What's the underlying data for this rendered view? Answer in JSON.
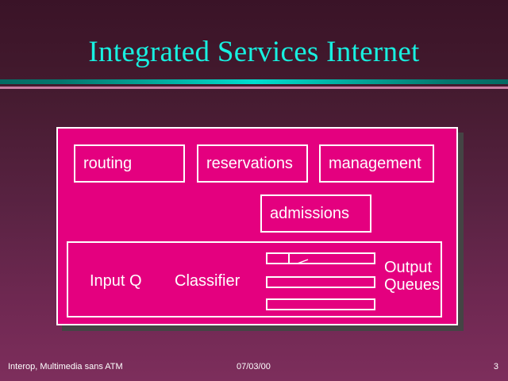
{
  "slide": {
    "title": "Integrated Services Internet",
    "title_color": "#18f0e0",
    "background_top_color": "#3a1327",
    "background_bottom_color": "#7d2e5c",
    "accent_rule_color": "#00ded0",
    "accent_rule_secondary_color": "#c97da2"
  },
  "diagram": {
    "panel_fill": "#e4007f",
    "panel_border": "#ffffff",
    "shadow_color": "#444444",
    "function_boxes": [
      {
        "label": "routing"
      },
      {
        "label": "reservations"
      },
      {
        "label": "management"
      },
      {
        "label": "admissions"
      }
    ],
    "forwarding_path": {
      "input_label": "Input Q",
      "classifier_label": "Classifier",
      "output_label_line1": "Output",
      "output_label_line2": "Queues",
      "queue_count": 3
    }
  },
  "footer": {
    "left": "Interop, Multimedia sans ATM",
    "date": "07/03/00",
    "page_number": "3"
  }
}
